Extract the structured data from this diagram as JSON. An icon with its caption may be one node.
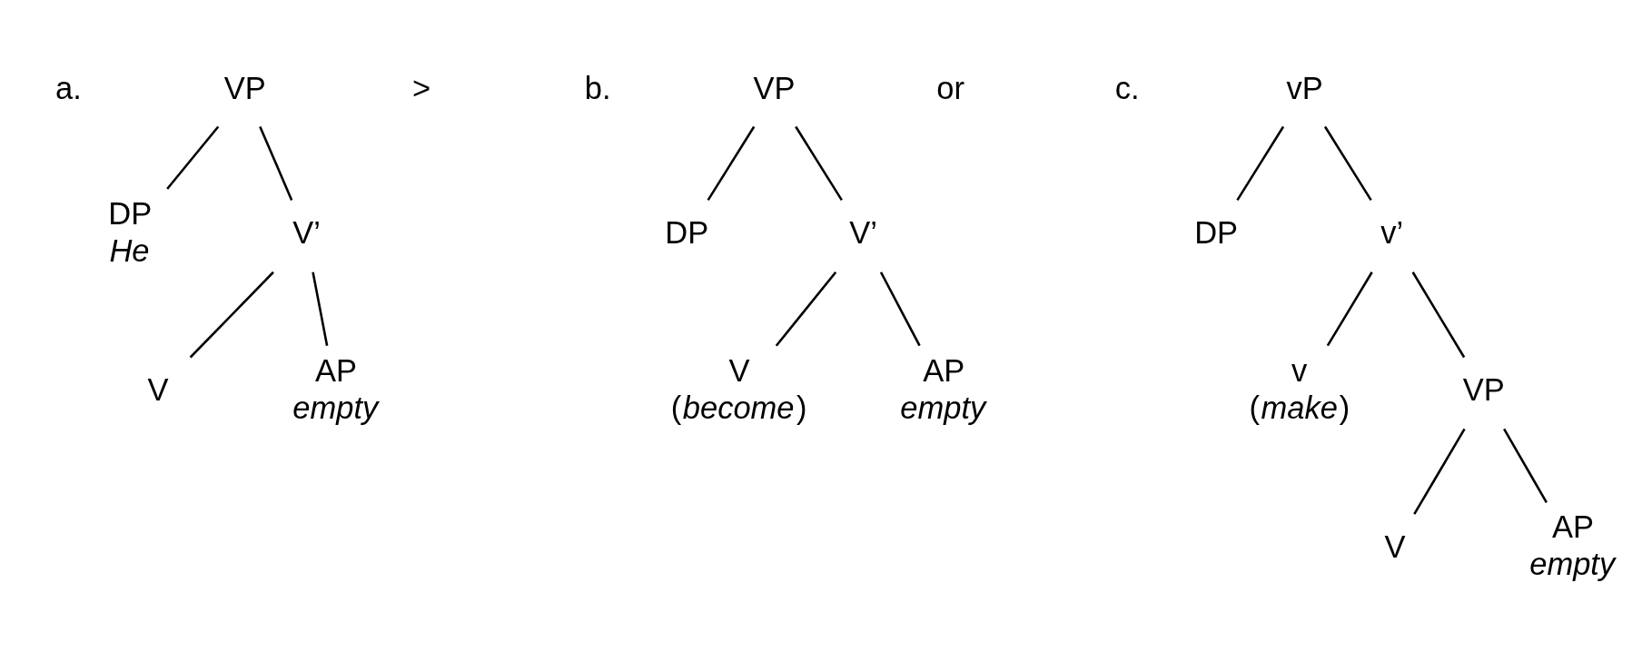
{
  "diagram": {
    "nodes": [
      {
        "text": [
          "VP"
        ]
      },
      {
        "text": [
          "DP"
        ],
        "beside": [
          "He"
        ]
      },
      {
        "text": [
          "V’"
        ]
      },
      {
        "text": [
          "V"
        ]
      },
      {
        "text": [
          "AP"
        ],
        "beside": [
          "empty"
        ]
      },
      {
        "text": [
          "VP"
        ]
      },
      {
        "text": [
          "DP"
        ]
      },
      {
        "text": [
          "V’"
        ]
      },
      {
        "text": [
          "V"
        ],
        "beside": [
          "(*become*)"
        ]
      },
      {
        "text": [
          "AP"
        ],
        "beside": [
          "empty"
        ]
      },
      {
        "text": [
          "vP"
        ]
      },
      {
        "text": [
          "DP"
        ]
      },
      {
        "text": [
          "v’"
        ]
      },
      {
        "text": [
          "v"
        ],
        "beside": [
          "(*make*)"
        ]
      },
      {
        "text": [
          "VP"
        ]
      },
      {
        "text": [
          "V"
        ]
      },
      {
        "text": [
          "AP"
        ],
        "beside": [
          "empty"
        ]
      }
    ],
    "edges": [
      {
        "from": 0,
        "to": 1,
        "arrow": "none"
      },
      {
        "from": 0,
        "to": 2,
        "arrow": "none"
      },
      {
        "from": 2,
        "to": 3,
        "arrow": "none"
      },
      {
        "from": 2,
        "to": 4,
        "arrow": "none"
      },
      {
        "from": 5,
        "to": 6,
        "arrow": "none"
      },
      {
        "from": 5,
        "to": 7,
        "arrow": "none"
      },
      {
        "from": 7,
        "to": 8,
        "arrow": "none"
      },
      {
        "from": 7,
        "to": 9,
        "arrow": "none"
      },
      {
        "from": 10,
        "to": 11,
        "arrow": "none"
      },
      {
        "from": 10,
        "to": 12,
        "arrow": "none"
      },
      {
        "from": 12,
        "to": 13,
        "arrow": "none"
      },
      {
        "from": 12,
        "to": 14,
        "arrow": "none"
      },
      {
        "from": 14,
        "to": 15,
        "arrow": "none"
      },
      {
        "from": 14,
        "to": 16,
        "arrow": "none"
      }
    ],
    "labels": [
      "a.",
      ">",
      "b.",
      "or",
      "c."
    ]
  }
}
